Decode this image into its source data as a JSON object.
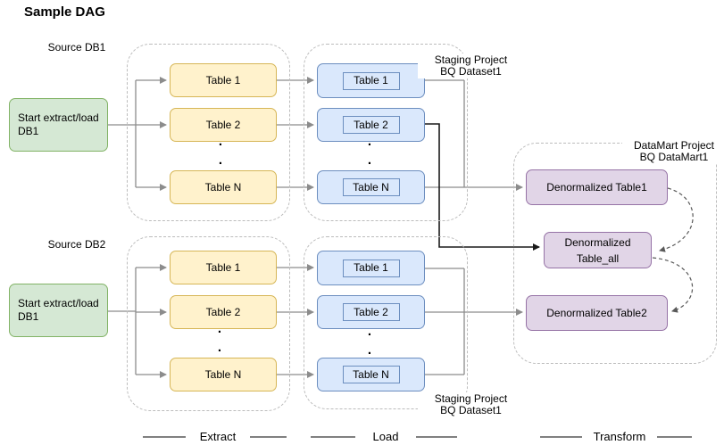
{
  "title": "Sample DAG",
  "rows": [
    {
      "source_label": "Source DB1",
      "start_line1": "Start extract/load",
      "start_line2": "DB1",
      "extract_tables": [
        "Table 1",
        "Table 2",
        "Table N"
      ],
      "load_tables": [
        "Table 1",
        "Table 2",
        "Table N"
      ],
      "staging_label": "Staging Project\nBQ Dataset1"
    },
    {
      "source_label": "Source DB2",
      "start_line1": "Start extract/load",
      "start_line2": "DB1",
      "extract_tables": [
        "Table 1",
        "Table 2",
        "Table N"
      ],
      "load_tables": [
        "Table 1",
        "Table 2",
        "Table N"
      ],
      "staging_label": "Staging Project\nBQ Dataset1"
    }
  ],
  "datamart": {
    "label": "DataMart Project\nBQ DataMart1",
    "table1": "Denormalized Table1",
    "table_all": "Denormalized Table_all",
    "table2": "Denormalized Table2"
  },
  "stages": {
    "extract": "Extract",
    "load": "Load",
    "transform": "Transform"
  },
  "ellipsis_dot": ".",
  "colors": {
    "green_fill": "#d5e8d4",
    "green_border": "#82b366",
    "yellow_fill": "#fff2cc",
    "yellow_border": "#d6b656",
    "blue_fill": "#dae8fc",
    "blue_border": "#6c8ebf",
    "purple_fill": "#e1d5e7",
    "purple_border": "#9673a6",
    "connector_gray": "#8c8c8c",
    "connector_black": "#1a1a1a",
    "container_border": "#bcbcbc"
  }
}
